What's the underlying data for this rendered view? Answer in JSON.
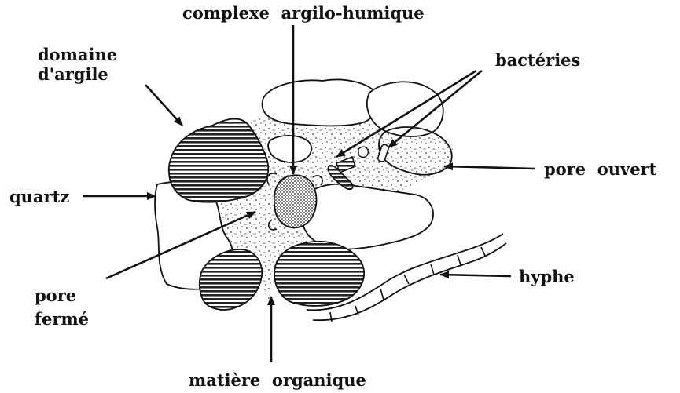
{
  "labels": {
    "complexe": "complexe  argilo-humique",
    "domaine_line1": "domaine",
    "domaine_line2": "d'argile",
    "bacteries": "bactéries",
    "pore_ouvert": "pore  ouvert",
    "quartz": "quartz",
    "hyphe": "hyphe",
    "pore_ferme_line1": "pore",
    "pore_ferme_line2": "fermé",
    "matiere": "matière  organique"
  },
  "colors": {
    "ink": "#111111",
    "background": "#ffffff"
  }
}
